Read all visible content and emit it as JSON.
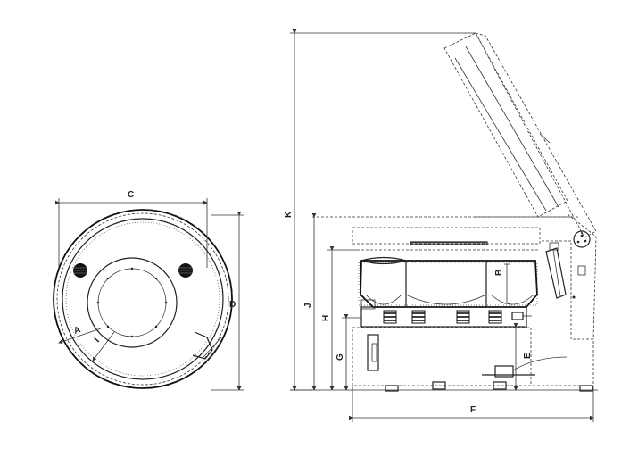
{
  "labels": {
    "C": "C",
    "D": "D",
    "A": "A",
    "I": "I",
    "K": "K",
    "J": "J",
    "H": "H",
    "G": "G",
    "B": "B",
    "E": "E",
    "F": "F"
  }
}
